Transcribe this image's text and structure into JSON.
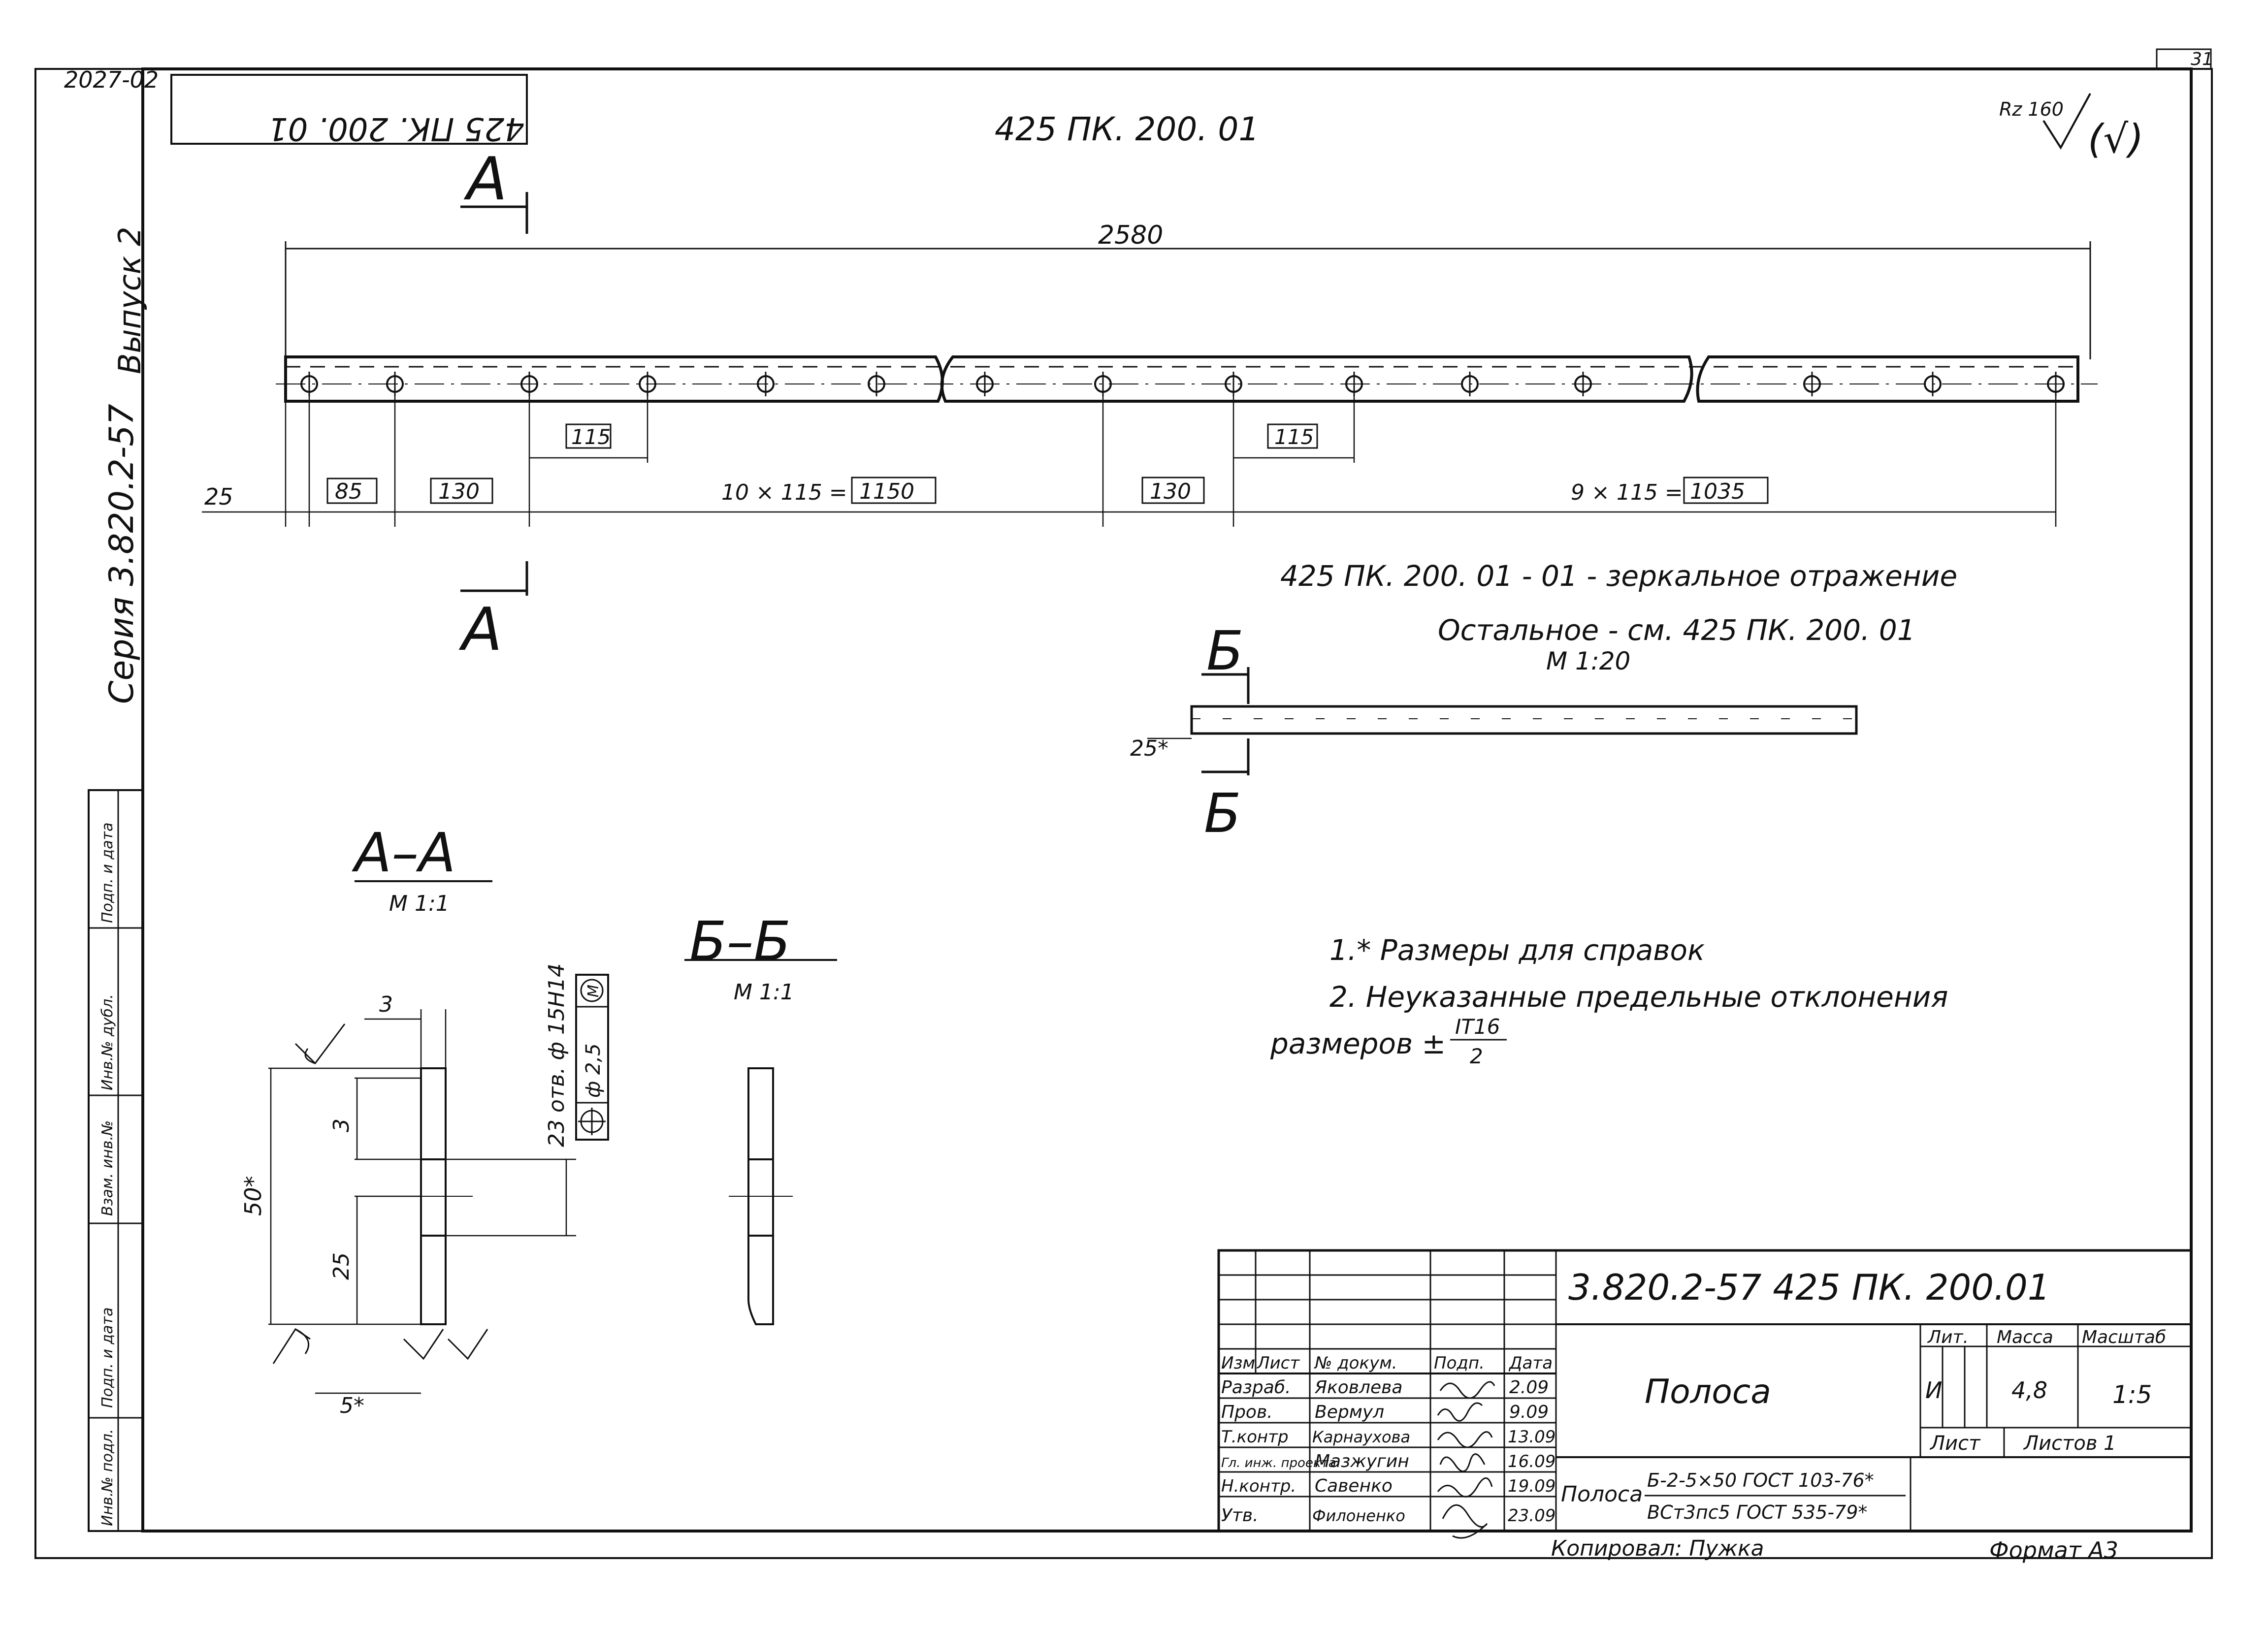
{
  "sheet_number": "31",
  "archive_code": "2027-02",
  "stamp_mirrored": "425 ПК. 200. 01",
  "left_margin": {
    "series": "Серия 3.820.2-57",
    "issue": "Выпуск 2",
    "cells": [
      "Инв.№ подл.",
      "Подп. и дата",
      "Взам. инв.№",
      "Инв.№ дубл.",
      "Подп. и дата"
    ]
  },
  "header_code": "425 ПК. 200. 01",
  "roughness": {
    "label": "Rz 160",
    "paren": "(√)"
  },
  "section_a": {
    "letter": "А"
  },
  "section_b": {
    "letter": "Б"
  },
  "main_view": {
    "overall": "2580",
    "d25": "25",
    "d85": "85",
    "d130": "130",
    "d115": "115",
    "pattern1": "10 × 115 =",
    "pattern1_total": "1150",
    "pattern2": "9 × 115 =",
    "pattern2_total": "1035"
  },
  "mirror_note": "425 ПК. 200. 01 - 01   - зеркальное   отражение",
  "rest_note": "Остальное - см. 425 ПК. 200. 01",
  "small_view": {
    "scale": "М 1:20",
    "dim": "25*"
  },
  "aa": {
    "title": "А–А",
    "scale": "М 1:1",
    "d3_top": "3",
    "d3_side": "3",
    "d50": "50*",
    "d25": "25",
    "d5": "5*",
    "holes": "23 отв. ф 15H14",
    "tolerance_value": "ф 2,5",
    "tolerance_mod": "M"
  },
  "bb": {
    "title": "Б–Б",
    "scale": "М 1:1"
  },
  "notes": {
    "n1": "1.* Размеры для справок",
    "n2": "2.  Неуказанные предельные отклонения",
    "n2b": "размеров ±",
    "frac_top": "IT16",
    "frac_bottom": "2"
  },
  "title_block": {
    "designation": "3.820.2-57   425 ПК. 200.01",
    "name": "Полоса",
    "col_headers": [
      "Изм",
      "Лист",
      "№ докум.",
      "Подп.",
      "Дата"
    ],
    "rows": [
      {
        "role": "Разраб.",
        "name": "Яковлева",
        "date": "2.09"
      },
      {
        "role": "Пров.",
        "name": "Вермул",
        "date": "9.09"
      },
      {
        "role": "Т.контр",
        "name": "Карнаухова",
        "date": "13.09"
      },
      {
        "role": "Гл. инж. проекта",
        "name": "Мазжугин",
        "date": "16.09"
      },
      {
        "role": "Н.контр.",
        "name": "Савенко",
        "date": "19.09"
      },
      {
        "role": "Утв.",
        "name": "Филоненко",
        "date": "23.09"
      }
    ],
    "lit_label": "Лит.",
    "mass_label": "Масса",
    "scale_label": "Масштаб",
    "lit_value": "И",
    "mass_value": "4,8",
    "scale_value": "1:5",
    "sheet_label": "Лист",
    "sheets_label": "Листов 1",
    "material_prefix": "Полоса",
    "material_top": "Б-2-5×50 ГОСТ 103-76*",
    "material_bottom": "ВСт3пс5 ГОСТ 535-79*",
    "copied": "Копировал:  Пужка",
    "format": "Формат  А3"
  },
  "icons": [
    "roughness-icon",
    "position-tolerance-icon",
    "material-mod-icon",
    "section-arrow-icon",
    "weld-edge-icon"
  ]
}
